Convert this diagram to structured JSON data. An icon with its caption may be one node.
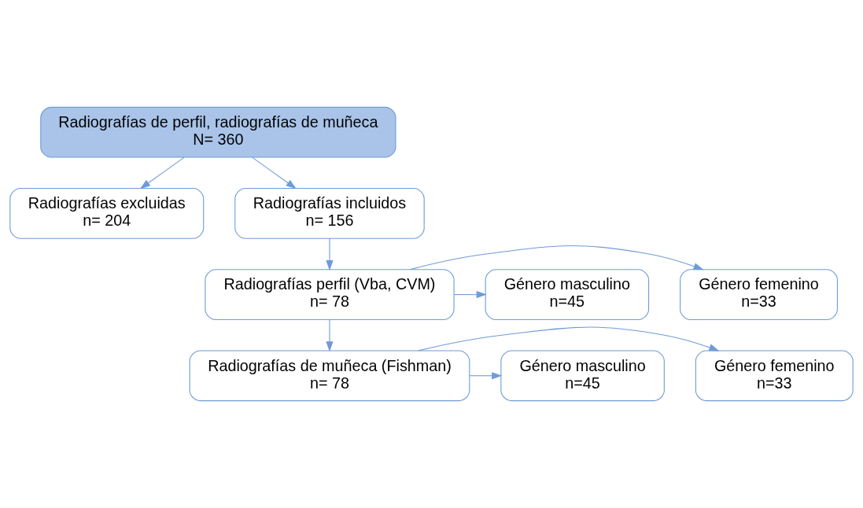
{
  "diagram": {
    "nodes": [
      {
        "text": [
          "Radiografías de perfil, radiografías de muñeca",
          "N= 360"
        ]
      },
      {
        "text": [
          "Radiografías excluidas",
          "n= 204"
        ]
      },
      {
        "text": [
          "Radiografías incluidos",
          "n= 156"
        ]
      },
      {
        "text": [
          "Radiografías perfil (Vba, CVM)",
          "n= 78"
        ]
      },
      {
        "text": [
          "Género femenino",
          "n=33"
        ]
      },
      {
        "text": [
          "Género masculino",
          "n=45"
        ]
      },
      {
        "text": [
          "Radiografías de muñeca (Fishman)",
          "n= 78"
        ]
      },
      {
        "text": [
          "Género femenino",
          "n=33"
        ]
      },
      {
        "text": [
          "Género masculino",
          "n=45"
        ]
      }
    ],
    "edges": [
      {
        "from": 0,
        "to": 1,
        "arrow": "to"
      },
      {
        "from": 0,
        "to": 2,
        "arrow": "to"
      },
      {
        "from": 2,
        "to": 3,
        "arrow": "to"
      },
      {
        "from": 3,
        "to": 4,
        "arrow": "to"
      },
      {
        "from": 3,
        "to": 5,
        "arrow": "to"
      },
      {
        "from": 3,
        "to": 6,
        "arrow": "to"
      },
      {
        "from": 6,
        "to": 7,
        "arrow": "to"
      },
      {
        "from": 6,
        "to": 8,
        "arrow": "to"
      }
    ]
  }
}
